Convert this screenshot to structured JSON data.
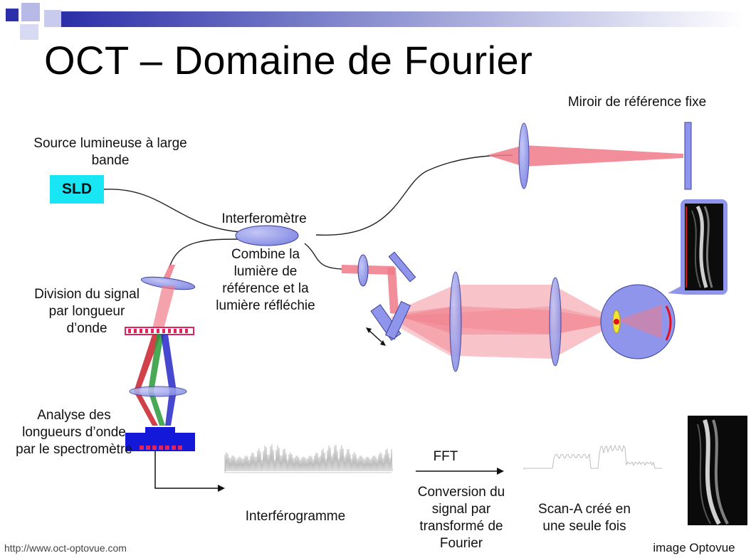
{
  "slide": {
    "title": "OCT – Domaine de Fourier",
    "source_url": "http://www.oct-optovue.com",
    "image_credit": "image Optovue"
  },
  "labels": {
    "source": "Source lumineuse à large bande",
    "sld": "SLD",
    "mirror": "Miroir de référence fixe",
    "interferometer": "Interferomètre",
    "combine": "Combine la lumière de référence et la lumière réfléchie",
    "division": "Division du signal par longueur d’onde",
    "analyse": "Analyse des longueurs d’onde par le spectromètre",
    "interferogram": "Interférogramme",
    "fft": "FFT",
    "conversion": "Conversion du signal par transformé de Fourier",
    "scan_a": "Scan-A créé en une seule fois"
  },
  "colors": {
    "lens": "#8f95ea",
    "beam": "#f06b7a",
    "sld_box": "#19e6f4",
    "spectrometer": "#1418d8",
    "grating": "#e0245e",
    "eye": "#8f95ea",
    "retina_arc": "#e01020"
  }
}
